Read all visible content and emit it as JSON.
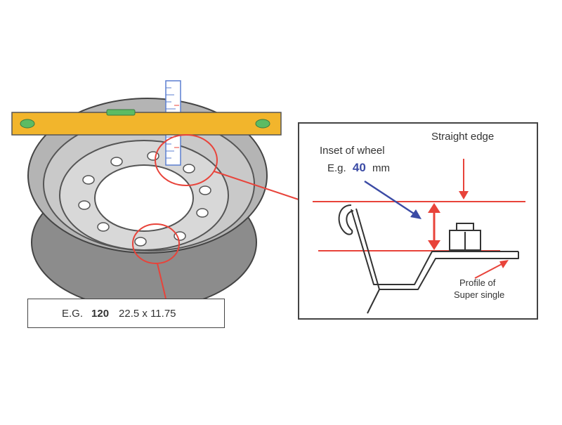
{
  "labels": {
    "straight_edge": "Straight edge",
    "inset_title": "Inset of wheel",
    "inset_eg_prefix": "E.g.",
    "inset_value": "40",
    "inset_unit": "mm",
    "profile_line1": "Profile of",
    "profile_line2": "Super single",
    "example_prefix": "E.G.",
    "example_value": "120",
    "example_size": "22.5 x 11.75"
  },
  "colors": {
    "measure_red": "#e8433a",
    "inset_blue": "#3b4ba5",
    "level_yellow": "#f2b52c",
    "wheel_grey": "#9a9a9a",
    "ruler_blue": "#5b7fd0"
  }
}
